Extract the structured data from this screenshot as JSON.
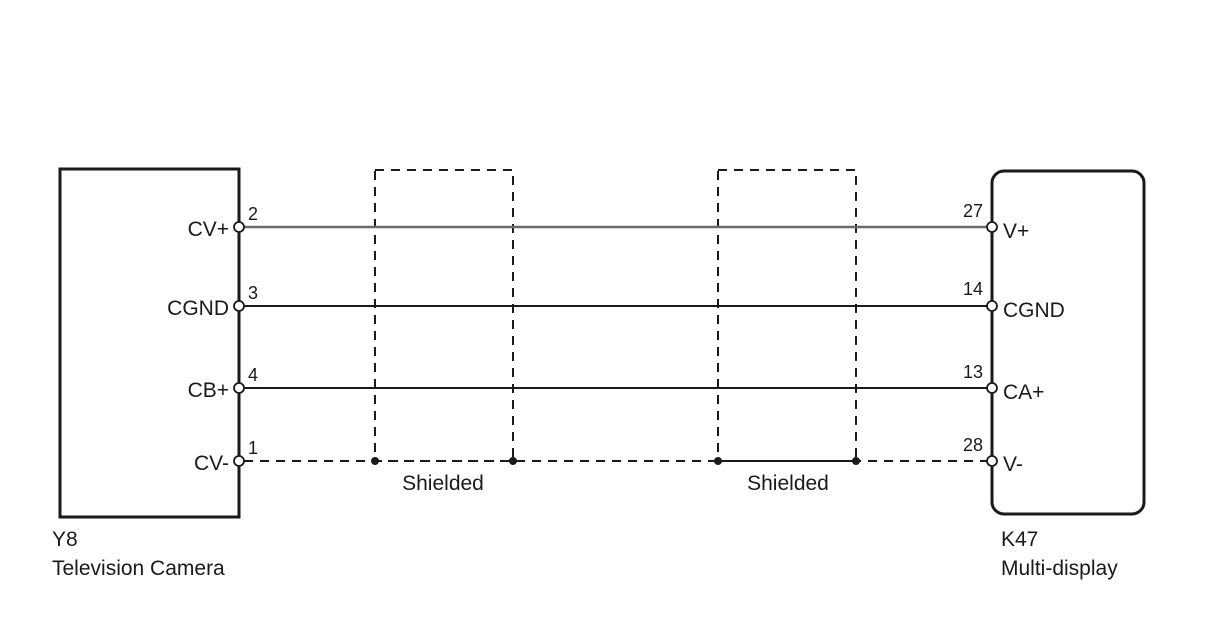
{
  "left_component": {
    "code": "Y8",
    "name": "Television Camera",
    "terminals": [
      {
        "pin": "2",
        "signal": "CV+"
      },
      {
        "pin": "3",
        "signal": "CGND"
      },
      {
        "pin": "4",
        "signal": "CB+"
      },
      {
        "pin": "1",
        "signal": "CV-"
      }
    ]
  },
  "right_component": {
    "code": "K47",
    "name": "Multi-display",
    "terminals": [
      {
        "pin": "27",
        "signal": "V+"
      },
      {
        "pin": "14",
        "signal": "CGND"
      },
      {
        "pin": "13",
        "signal": "CA+"
      },
      {
        "pin": "28",
        "signal": "V-"
      }
    ]
  },
  "shields": [
    {
      "label": "Shielded"
    },
    {
      "label": "Shielded"
    }
  ]
}
